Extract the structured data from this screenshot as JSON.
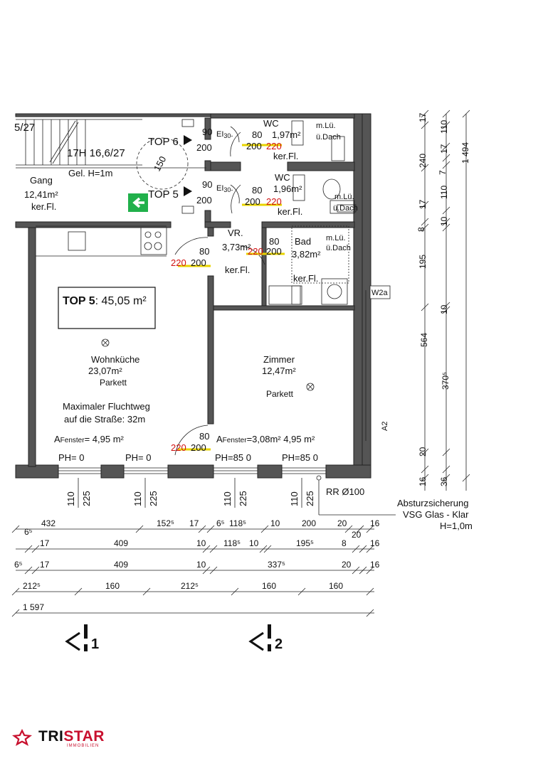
{
  "rooms": {
    "stair_label": "5/27",
    "stairs": "17H 16,6/27",
    "railing": "Gel. H=1m",
    "top6": "TOP 6",
    "top5": "TOP 5",
    "door_90_top6": "90",
    "door_200_top6": "200",
    "door_90_top5": "90",
    "door_200_top5": "200",
    "ei30_1": "EI",
    "ei30_1b": "30-",
    "ei30_2": "EI",
    "ei30_2b": "30-",
    "radius": "150",
    "gang_name": "Gang",
    "gang_area": "12,41m²",
    "gang_floor": "ker.Fl.",
    "wc1_name": "WC",
    "wc1_area": "1,97m²",
    "wc1_floor": "ker.Fl.",
    "wc1_vent": "m.Lü.",
    "wc1_vent2": "ü.Dach",
    "wc1_d80": "80",
    "wc1_d200": "200",
    "wc1_d220": "220",
    "wc2_name": "WC",
    "wc2_area": "1,96m²",
    "wc2_floor": "ker.Fl.",
    "wc2_vent": "m.Lü.",
    "wc2_vent2": "ü.Dach",
    "wc2_d80": "80",
    "wc2_d200": "200",
    "wc2_d220": "220",
    "vr_name": "VR.",
    "vr_area": "3,73m²",
    "vr_floor": "ker.Fl.",
    "vr_d80": "80",
    "vr_d220": "220",
    "vr_d200": "200",
    "bad_name": "Bad",
    "bad_area": "3,82m²",
    "bad_floor": "ker.Fl.",
    "bad_vent": "m.Lü.",
    "bad_vent2": "ü.Dach",
    "bad_d80": "80",
    "bad_d220": "220",
    "bad_d200": "200",
    "top5_box_bold": "TOP 5",
    "top5_box_rest": ": 45,05 m²",
    "wohn_name": "Wohnküche",
    "wohn_area": "23,07m²",
    "wohn_floor": "Parkett",
    "flucht1": "Maximaler Fluchtweg",
    "flucht2": "auf die Straße: 32m",
    "wohn_window_a": "A",
    "wohn_window_sub": "Fenster",
    "wohn_window_val": "= 4,95 m²",
    "zimmer_name": "Zimmer",
    "zimmer_area": "12,47m²",
    "zimmer_floor": "Parkett",
    "zim_d80": "80",
    "zim_d220": "220",
    "zim_d200": "200",
    "zimmer_window_a": "A",
    "zimmer_window_sub": "Fenster",
    "zimmer_window_val": "=3,08m² 4,95 m²",
    "w2a": "W2a",
    "a2": "A2",
    "ph1": "PH= 0",
    "ph2": "PH= 0",
    "ph3": "PH=85 0",
    "ph4": "PH=85 0",
    "rr": "RR Ø100",
    "abs1": "Absturzsicherung",
    "abs2": "VSG Glas - Klar",
    "abs3": "H=1,0m"
  },
  "window_dims": [
    [
      "110",
      "225"
    ],
    [
      "110",
      "225"
    ],
    [
      "110",
      "225"
    ],
    [
      "110",
      "225"
    ]
  ],
  "vertical_dims": {
    "c1": [
      "17",
      "240",
      "17",
      "8",
      "195",
      "564",
      "20",
      "16"
    ],
    "c2": [
      "110",
      "17",
      "7",
      "110",
      "10",
      "10",
      "370⁵",
      "36"
    ],
    "total": "1 494"
  },
  "horizontal_dims": {
    "row1": [
      "432",
      "6⁵",
      "152⁵",
      "17",
      "6⁵",
      "118⁵",
      "10",
      "200",
      "20",
      "20",
      "16"
    ],
    "row2": [
      "17",
      "409",
      "10",
      "118⁵",
      "10",
      "195⁵",
      "8",
      "16"
    ],
    "row3": [
      "6⁵",
      "17",
      "409",
      "10",
      "337⁵",
      "20",
      "16"
    ],
    "row4": [
      "212⁵",
      "160",
      "212⁵",
      "160",
      "160"
    ],
    "total": "1 597"
  },
  "sections": {
    "s1": "1",
    "s2": "2"
  },
  "logo": {
    "name_a": "TRI",
    "name_b": "STAR",
    "sub": "IMMOBILIEN"
  },
  "colors": {
    "wall": "#555555",
    "door_highlight": "#e8d400",
    "door_height": "#d01010",
    "exit_sign": "#21b04b",
    "brand": "#c8102e"
  }
}
